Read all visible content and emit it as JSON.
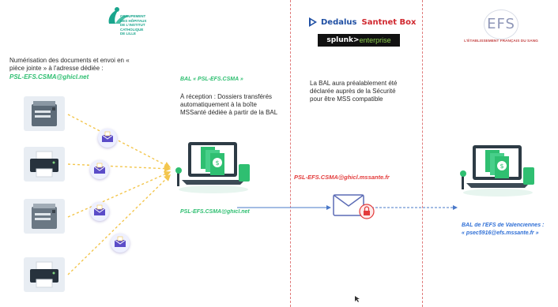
{
  "ght_logo": {
    "lines": [
      "GROUPEMENT",
      "DES HÔPITAUX",
      "DE L'INSTITUT",
      "CATHOLIQUE",
      "DE LILLE"
    ]
  },
  "intro": {
    "text": "Numérisation des documents et envoi en « pièce jointe » à l'adresse dédiée :",
    "address": "PSL-EFS.CSMA@ghicl.net"
  },
  "mailbox_label": "BAL « PSL-EFS.CSMA »",
  "reception_text": "À réception : Dossiers transférés automatiquement à la boîte MSSanté dédiée à partir de la BAL",
  "source_address": "PSL-EFS.CSMA@ghicl.net",
  "dedalus": {
    "name_a": "Dedalus",
    "name_b": "Santnet Box",
    "splunk_a": "splunk>",
    "splunk_b": "enterprise"
  },
  "middle_text": "La BAL aura préalablement été déclarée auprès de la Sécurité pour être MSS compatible",
  "relay_address": "PSL-EFS.CSMA@ghicl.mssante.fr",
  "efs": {
    "logo": "EFS",
    "subtitle": "L'ÉTABLISSEMENT FRANÇAIS DU SANG"
  },
  "dest": {
    "line1": "BAL de l'EFS de Valenciennes :",
    "line2": "« psec5916@efs.mssante.fr »"
  },
  "colors": {
    "green": "#2fbf71",
    "red": "#e33b3b",
    "blue": "#2f6fd6",
    "teal": "#1aa58d",
    "purple": "#5b4cc8",
    "arrow": "#f3c64d"
  }
}
